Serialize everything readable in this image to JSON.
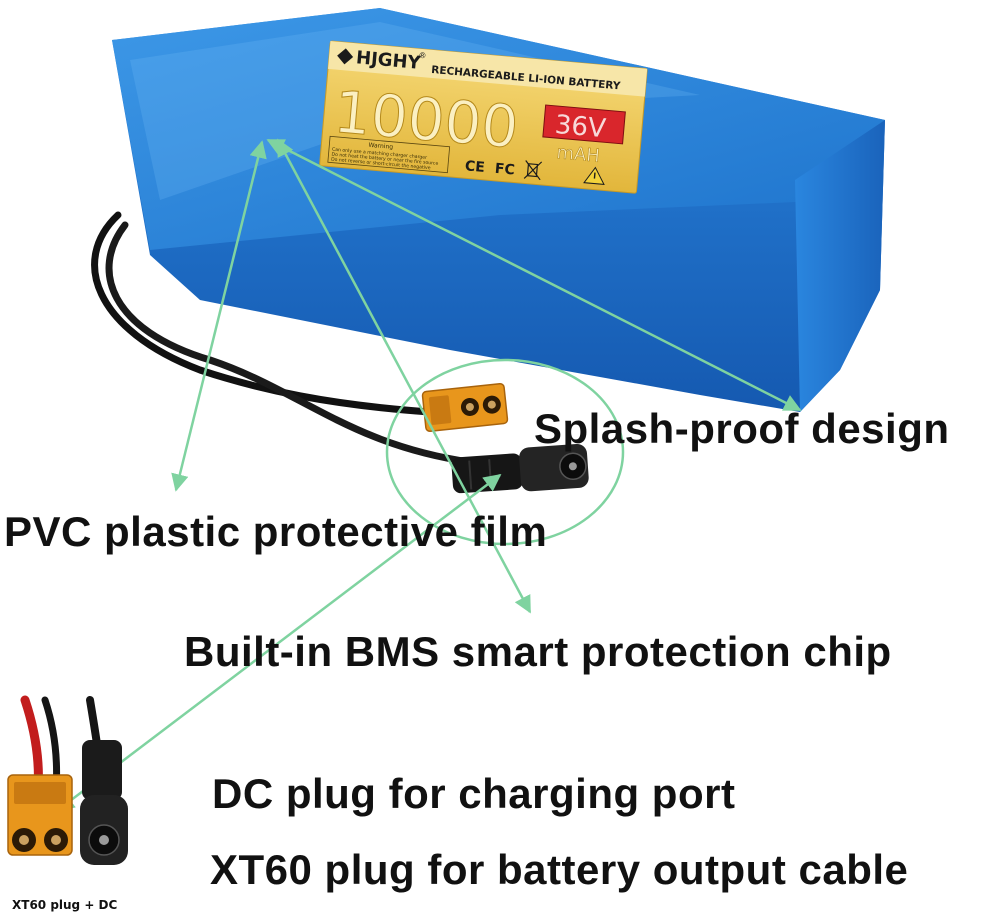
{
  "label": {
    "brand": "HJGHY",
    "registered": "®",
    "product_line": "RECHARGEABLE LI-ION BATTERY",
    "capacity": "10000",
    "capacity_unit": "mAH",
    "voltage": "36V",
    "warning_title": "Warning",
    "warning_lines": [
      "Can only use a matching charger charger",
      "Do not heat the battery or near the fire source",
      "Do not reverse or short-circuit the negative"
    ],
    "certifications": [
      "CE",
      "FC"
    ]
  },
  "features": {
    "splash_proof": "Splash-proof design",
    "pvc_film": "PVC plastic protective film",
    "bms_chip": "Built-in BMS smart protection chip",
    "dc_plug": "DC plug for charging port",
    "xt60_plug": "XT60 plug for battery output cable"
  },
  "inset": {
    "caption": "XT60 plug + DC"
  },
  "colors": {
    "battery_blue": "#1f78d1",
    "battery_highlight": "#4aa3f0",
    "label_gold": "#f0c84a",
    "voltage_red": "#d9262c",
    "connector_yellow": "#e8961c",
    "annotation_green": "#7fd3a0"
  }
}
